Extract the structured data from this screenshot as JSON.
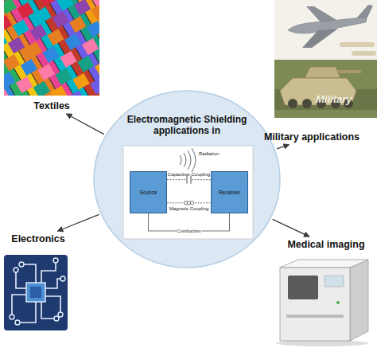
{
  "diagram": {
    "nodes": [
      {
        "text": [
          "Textiles"
        ]
      },
      {
        "text": [
          "Military applications"
        ]
      },
      {
        "text": [
          "Electromagnetic Shielding applications in"
        ]
      },
      {
        "text": [
          "Source"
        ],
        "in": 2
      },
      {
        "text": [
          "Receiver"
        ],
        "in": 2
      },
      {
        "text": [
          "Electronics"
        ]
      },
      {
        "text": [
          "Medical imaging"
        ]
      }
    ],
    "edges": [
      {
        "from": 2,
        "to": 0,
        "arrow": "to"
      },
      {
        "from": 2,
        "to": 1,
        "arrow": "to"
      },
      {
        "from": 2,
        "to": 5,
        "arrow": "to"
      },
      {
        "from": 2,
        "to": 6,
        "arrow": "to"
      },
      {
        "from": 3,
        "to": 4,
        "label": "Capacitive Coupling",
        "arrow": "none"
      },
      {
        "from": 3,
        "to": 4,
        "label": "Magnetic Coupling",
        "arrow": "none"
      },
      {
        "from": 3,
        "to": 4,
        "label": "Conduction",
        "arrow": "none"
      }
    ],
    "labels": [
      "Radiation",
      "Military"
    ]
  }
}
